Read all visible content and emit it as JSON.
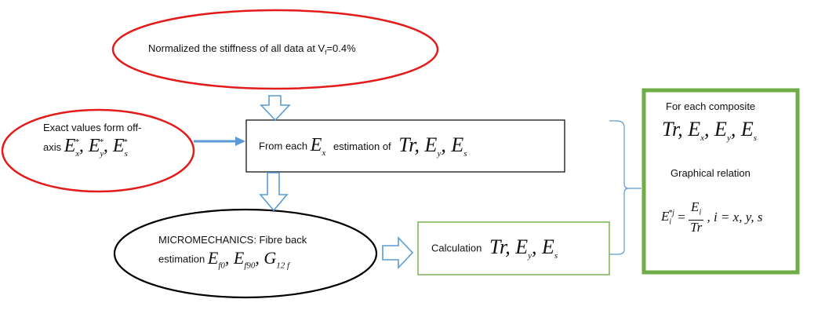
{
  "nodes": {
    "normalize": {
      "text": "Normalized the stiffness of all data at V",
      "subscript": "f",
      "suffix": "=0.4%",
      "border_color": "#e31b1b"
    },
    "exact_values": {
      "line1": "Exact values form off-",
      "line2_prefix": "axis",
      "math": [
        "E",
        "x",
        "*",
        "E",
        "y",
        "*",
        "E",
        "s",
        "*"
      ],
      "border_color": "#e31b1b"
    },
    "from_each": {
      "prefix": "From each",
      "var": "E",
      "var_sub": "x",
      "middle": "estimation of",
      "math_tr": "Tr",
      "math_e1": "E",
      "math_e1_sub": "y",
      "math_e2": "E",
      "math_e2_sub": "s",
      "border_color": "#000000"
    },
    "micromechanics": {
      "line1": "MICROMECHANICS: Fibre back",
      "line2_prefix": "estimation",
      "e1": "E",
      "e1_sub": "f0",
      "e2": "E",
      "e2_sub": "f90",
      "g": "G",
      "g_sub": "12 f",
      "border_color": "#000000"
    },
    "calculation": {
      "prefix": "Calculation",
      "math_tr": "Tr",
      "e1": "E",
      "e1_sub": "y",
      "e2": "E",
      "e2_sub": "s",
      "border_color": "#70ad47"
    },
    "result": {
      "title": "For each composite",
      "math_tr": "Tr",
      "ex": "E",
      "ex_sub": "x",
      "ey": "E",
      "ey_sub": "y",
      "es": "E",
      "es_sub": "s",
      "subtitle": "Graphical relation",
      "lhs": "E",
      "lhs_sub": "i",
      "lhs_sup": "*j",
      "eq": "=",
      "num": "E",
      "num_sub": "i",
      "den": "Tr",
      "tail": ", i = x, y, s",
      "border_color": "#70ad47"
    }
  },
  "connectors": {
    "arrow_color": "#5b9bd5",
    "brace_color": "#5b9bd5"
  }
}
